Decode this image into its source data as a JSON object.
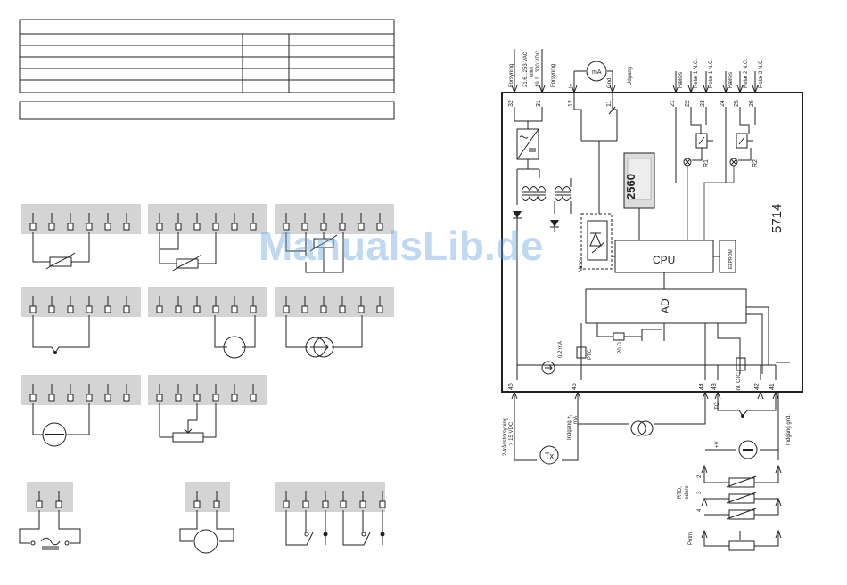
{
  "watermark": "ManualsLib.de",
  "device": {
    "model": "5714",
    "cpu": "CPU",
    "ad": "AD",
    "eeprom": "EEPROM",
    "display": "2560"
  },
  "power": {
    "label_32": "Forsyning",
    "vac": "21.6...253 VAC",
    "eller": "eller",
    "vdc": "19.2...300 VDC",
    "label_31": "Forsyning"
  },
  "analog_out": {
    "i_plus": "I+",
    "gnd": "Gnd",
    "udgang": "Udgang",
    "ma": "mA"
  },
  "relays": {
    "faelles_1": "Fælles",
    "relay1_no": "Relæ 1 N.O.",
    "relay1_nc": "Relæ 1 N.C.",
    "faelles_2": "Fælles",
    "relay2_no": "Relæ 2 N.O.",
    "relay2_nc": "Relæ 2 N.C.",
    "r1": "R1",
    "r2": "R2"
  },
  "terminals": [
    "32",
    "31",
    "12",
    "11",
    "21",
    "22",
    "23",
    "24",
    "25",
    "26",
    "46",
    "45",
    "44",
    "43",
    "42",
    "41"
  ],
  "internal": {
    "ptc": "PTC",
    "current_src": "0.2 mA",
    "res": "20 Ω",
    "cjc": "Int. CJC",
    "vexc": "Vexc",
    "tc": "TC"
  },
  "inputs": {
    "two_wire": "2-trådsforsyning",
    "two_wire_v": "> 15 VDC",
    "indgang_ma": "Indgang +,",
    "ma": "mA",
    "indgang_gnd": "Indgang gnd.",
    "tx": "Tx",
    "v_plus": "+V",
    "rtd": "RTD,",
    "ledere": "ledere",
    "potm": "Potm.",
    "wires": [
      "2",
      "3",
      "4"
    ]
  }
}
